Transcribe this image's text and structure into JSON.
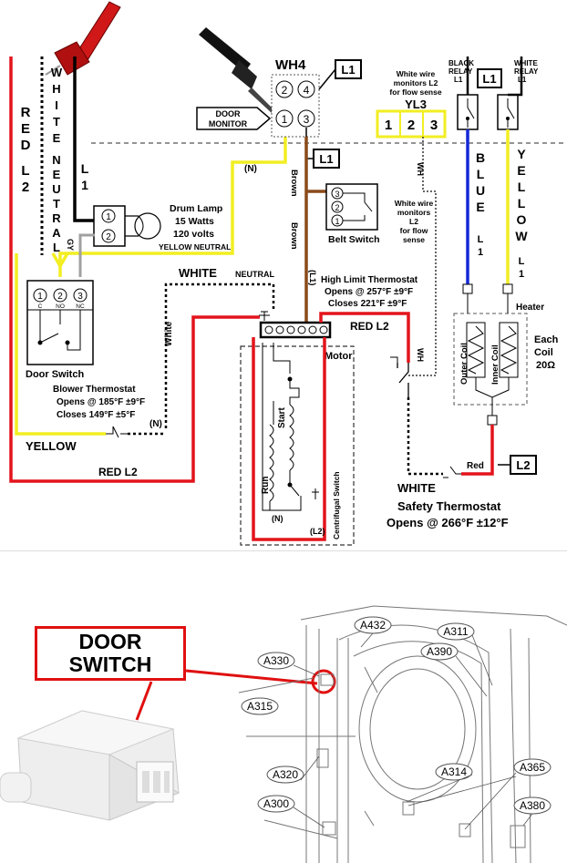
{
  "colors": {
    "red": "#e3141b",
    "yellow": "#f2ee22",
    "brown": "#8a4a1a",
    "blue": "#1428d8",
    "black": "#000000",
    "gray": "#a0a0a0",
    "callout": "#e01010"
  },
  "wiring": {
    "left_wires": {
      "red_l2": [
        "R",
        "E",
        "D",
        "L",
        "2"
      ],
      "white_neutral": [
        "W",
        "H",
        "I",
        "T",
        "E",
        "N",
        "E",
        "U",
        "T",
        "R",
        "A",
        "L"
      ],
      "black_l1": "L",
      "black_l1_num": "1"
    },
    "wh4": {
      "title": "WH4",
      "pins": [
        "2",
        "4",
        "1",
        "3"
      ]
    },
    "door_monitor_label": [
      "DOOR",
      "MONITOR"
    ],
    "l1_boxes": [
      "L1",
      "L1",
      "L1"
    ],
    "yl3": {
      "note": [
        "White wire",
        "monitors L2",
        "for flow sense"
      ],
      "title": "YL3",
      "pins": [
        "1",
        "2",
        "3"
      ]
    },
    "relays": {
      "black": [
        "BLACK",
        "RELAY",
        "L1"
      ],
      "white": [
        "WHITE",
        "RELAY",
        "L1"
      ]
    },
    "wh_labels": [
      "WH",
      "WH"
    ],
    "blue_wire": [
      "B",
      "L",
      "U",
      "E",
      "L",
      "1"
    ],
    "yellow_wire": [
      "Y",
      "E",
      "L",
      "L",
      "O",
      "W",
      "L",
      "1"
    ],
    "drum_lamp": {
      "pins": [
        "1",
        "2"
      ],
      "lines": [
        "Drum Lamp",
        "15 Watts",
        "120 volts"
      ],
      "neutral": "YELLOW NEUTRAL"
    },
    "gy": "GY",
    "n_labels": [
      "(N)",
      "(N)",
      "(N)"
    ],
    "brown_labels": [
      "Brown",
      "Brown",
      "(L1)"
    ],
    "belt_switch": {
      "pins": [
        "3",
        "2",
        "1"
      ],
      "label": "Belt Switch",
      "note": [
        "White wire",
        "monitors",
        "L2",
        "for flow",
        "sense"
      ]
    },
    "white_neutral_top": [
      "WHITE",
      "NEUTRAL"
    ],
    "door_switch": {
      "pins": [
        "1",
        "2",
        "3"
      ],
      "pin_labels": [
        "C",
        "NO",
        "NC"
      ],
      "label": "Door Switch"
    },
    "high_limit": [
      "High Limit Thermostat",
      "Opens @ 257°F ±9°F",
      "Closes 221°F ±9°F"
    ],
    "red_l2_mid": "RED L2",
    "motor": "Motor",
    "heater": {
      "label": "Heater",
      "coils": [
        "Outer Coil",
        "Inner Coil"
      ],
      "each": [
        "Each",
        "Coil",
        "20Ω"
      ]
    },
    "white_vertical": "White",
    "blower_thermostat": [
      "Blower Thermostat",
      "Opens @ 185°F ±9°F",
      "Closes 149°F ±5°F"
    ],
    "yellow_bottom": "YELLOW",
    "red_l2_bottom": "RED L2",
    "motor_parts": {
      "start": "Start",
      "run": "Run",
      "centrifugal": "Centrifugal Switch",
      "n": "(N)",
      "l2": "(L2)"
    },
    "red_label": "Red",
    "l2_box": "L2",
    "white_bottom": "WHITE",
    "safety_thermostat": [
      "Safety Thermostat",
      "Opens @ 266°F ±12°F"
    ]
  },
  "parts": {
    "callout": [
      "DOOR",
      "SWITCH"
    ],
    "labels": [
      "A432",
      "A311",
      "A390",
      "A330",
      "A315",
      "A320",
      "A314",
      "A365",
      "A300",
      "A380"
    ]
  }
}
